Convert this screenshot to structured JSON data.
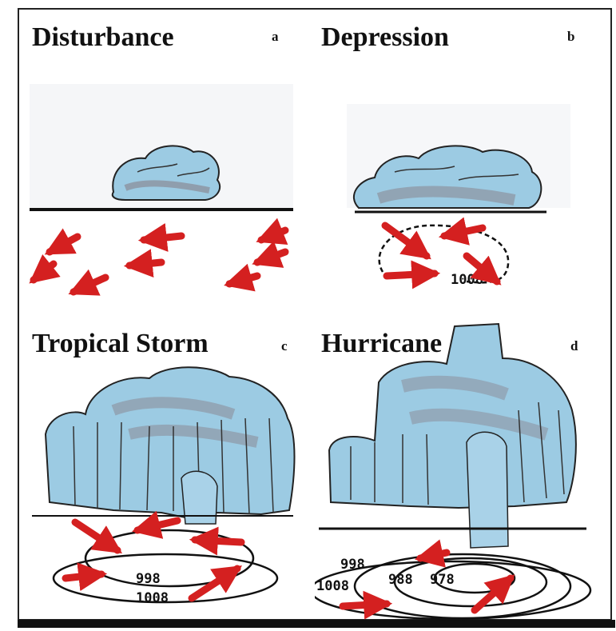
{
  "panels": [
    {
      "id": "a",
      "title": "Disturbance",
      "letter": "a",
      "isobars": []
    },
    {
      "id": "b",
      "title": "Depression",
      "letter": "b",
      "isobars": [
        "1008"
      ]
    },
    {
      "id": "c",
      "title": "Tropical Storm",
      "letter": "c",
      "isobars": [
        "998",
        "1008"
      ]
    },
    {
      "id": "d",
      "title": "Hurricane",
      "letter": "d",
      "isobars": [
        "998",
        "988",
        "978",
        "1008"
      ]
    }
  ],
  "colors": {
    "wind_arrow": "#d42020",
    "cloud_blue": "#8ec3df",
    "cloud_gray": "#9a9aa6",
    "ink": "#111111"
  },
  "icons": [
    "wind-arrow-icon",
    "cloud-icon",
    "isobar-ring-icon"
  ]
}
